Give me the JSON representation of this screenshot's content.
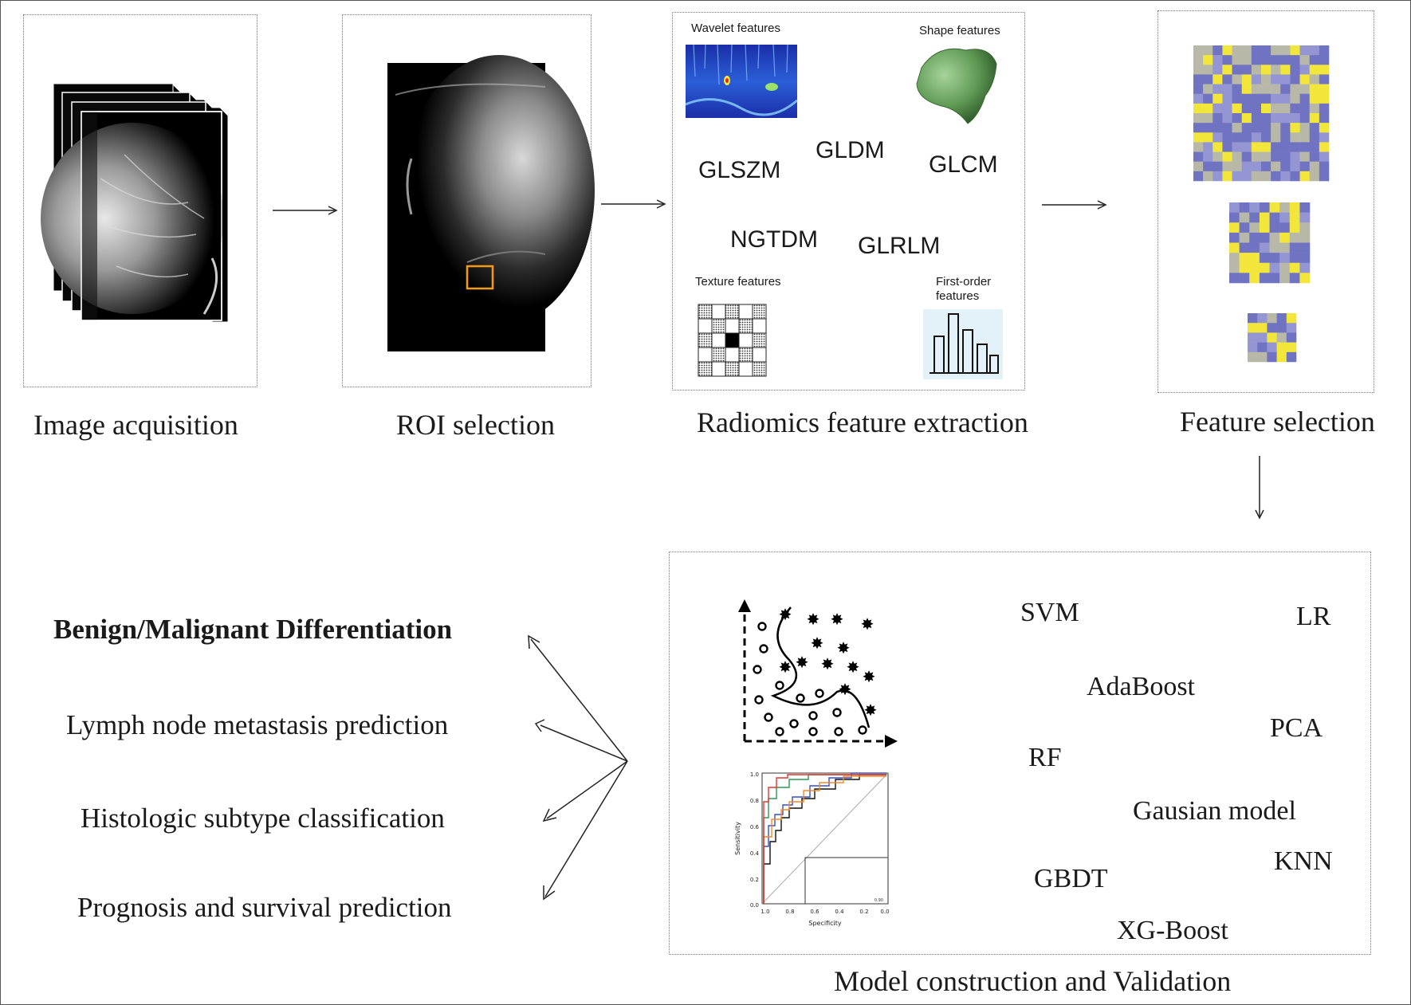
{
  "steps": {
    "image_acquisition": "Image acquisition",
    "roi_selection": "ROI selection",
    "feature_extraction": "Radiomics feature extraction",
    "feature_selection": "Feature selection",
    "model_construction": "Model construction and Validation"
  },
  "features": {
    "wavelet": "Wavelet features",
    "shape": "Shape features",
    "texture": "Texture features",
    "first_order_line1": "First-order",
    "first_order_line2": "features",
    "glszm": "GLSZM",
    "gldm": "GLDM",
    "glcm": "GLCM",
    "ngtdm": "NGTDM",
    "glrlm": "GLRLM"
  },
  "models": [
    "SVM",
    "LR",
    "AdaBoost",
    "PCA",
    "RF",
    "Gausian model",
    "KNN",
    "GBDT",
    "XG-Boost"
  ],
  "applications": [
    "Benign/Malignant Differentiation",
    "Lymph node metastasis prediction",
    "Histologic subtype classification",
    "Prognosis and survival prediction"
  ],
  "roc": {
    "ylabel": "Sensitivity",
    "xlabel": "Specificity",
    "yticks": [
      "1.0",
      "0.8",
      "0.6",
      "0.4",
      "0.2",
      "0.0"
    ],
    "xticks": [
      "1.0",
      "0.8",
      "0.6",
      "0.4",
      "0.2",
      "0.0"
    ]
  },
  "colors": {
    "heatmap_blue": "#6f73c2",
    "heatmap_yellow": "#f2e63a",
    "heatmap_gray": "#b8b8a8",
    "roi_box": "#f39c12"
  }
}
